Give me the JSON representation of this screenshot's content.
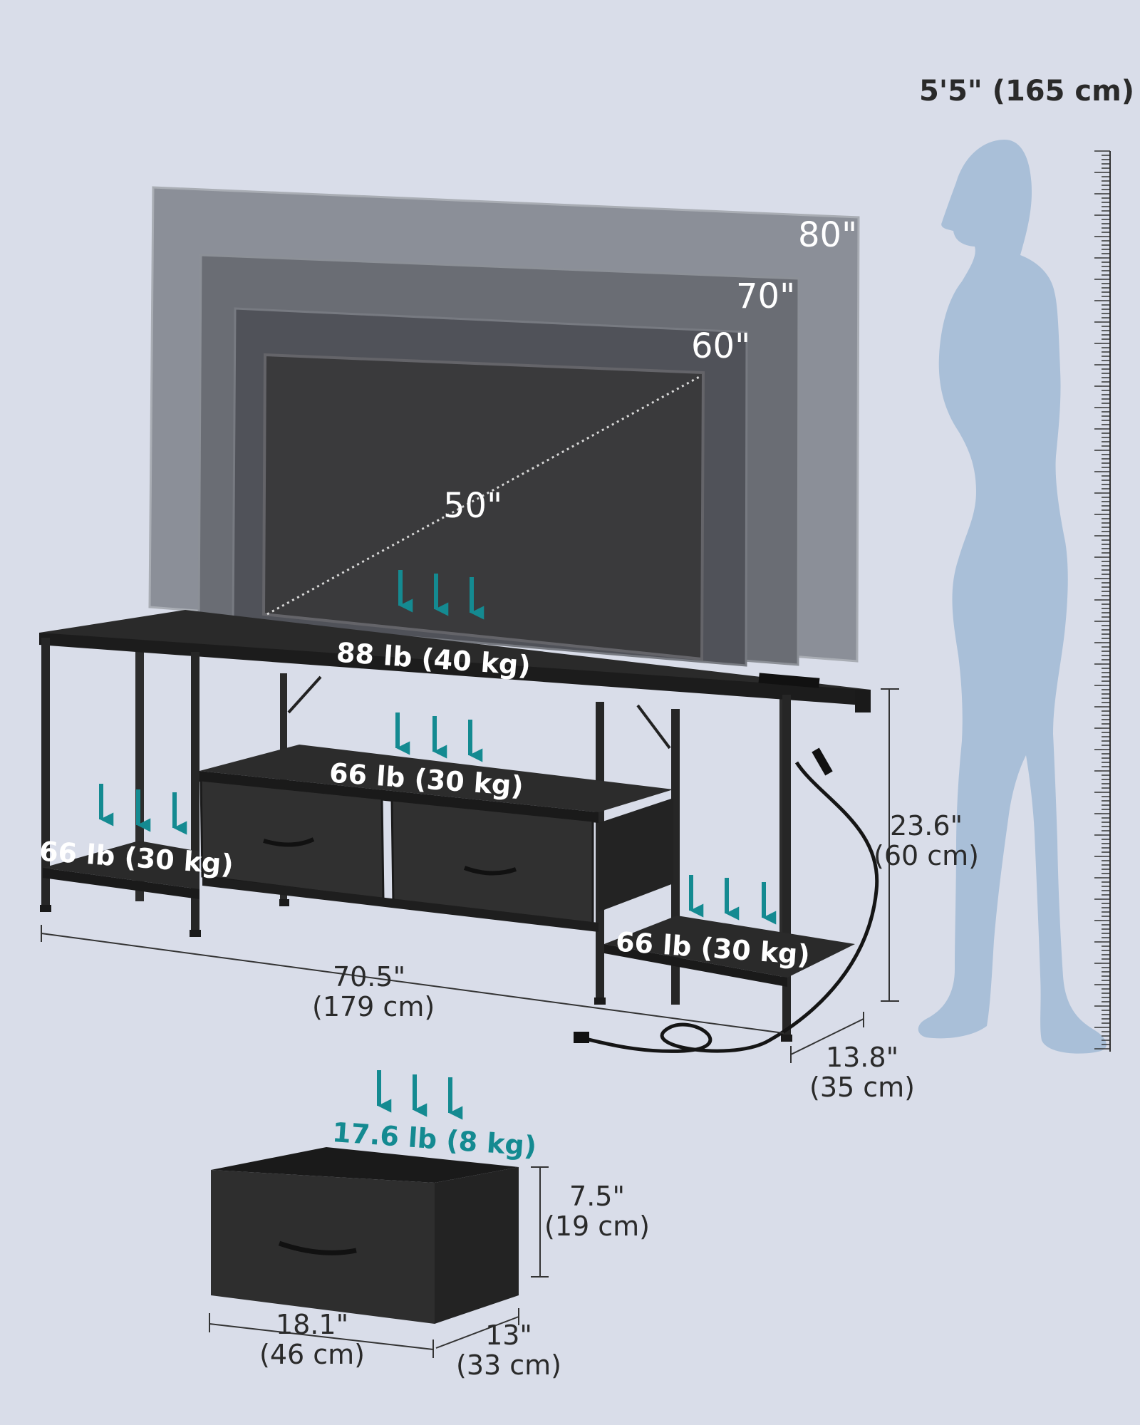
{
  "height_label": "5'5\" (165 cm)",
  "tv_sizes": [
    "80\"",
    "70\"",
    "60\"",
    "50\""
  ],
  "loads": {
    "top": "88 lb (40 kg)",
    "middle_shelf": "66 lb (30 kg)",
    "left_shelf": "66 lb (30 kg)",
    "right_shelf": "66 lb (30 kg)",
    "drawer": "17.6 lb (8 kg)"
  },
  "dimensions": {
    "width_in": "70.5\"",
    "width_cm": "(179 cm)",
    "depth_in": "13.8\"",
    "depth_cm": "(35 cm)",
    "height_in": "23.6\"",
    "height_cm": "(60 cm)",
    "drawer_width_in": "18.1\"",
    "drawer_width_cm": "(46 cm)",
    "drawer_depth_in": "13\"",
    "drawer_depth_cm": "(33 cm)",
    "drawer_height_in": "7.5\"",
    "drawer_height_cm": "(19 cm)"
  },
  "colors": {
    "background": "#d9dde9",
    "accent_teal": "#148a91",
    "furniture": "#2b2b2b",
    "silhouette": "#a9bfd8"
  }
}
